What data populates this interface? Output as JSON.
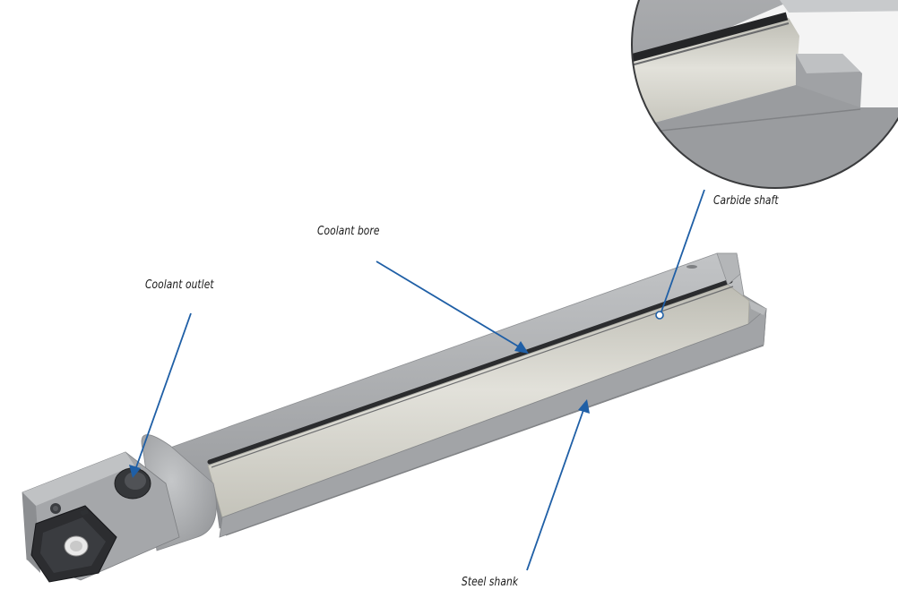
{
  "labels": {
    "carbide_shaft": "Carbide shaft",
    "coolant_bore": "Coolant bore",
    "coolant_outlet": "Coolant outlet",
    "steel_shank": "Steel shank"
  },
  "colors": {
    "callout_line": "#1f5fa6",
    "steel": "#a7a9ab",
    "carbide": "#d4d3cb",
    "background": "#ffffff"
  }
}
